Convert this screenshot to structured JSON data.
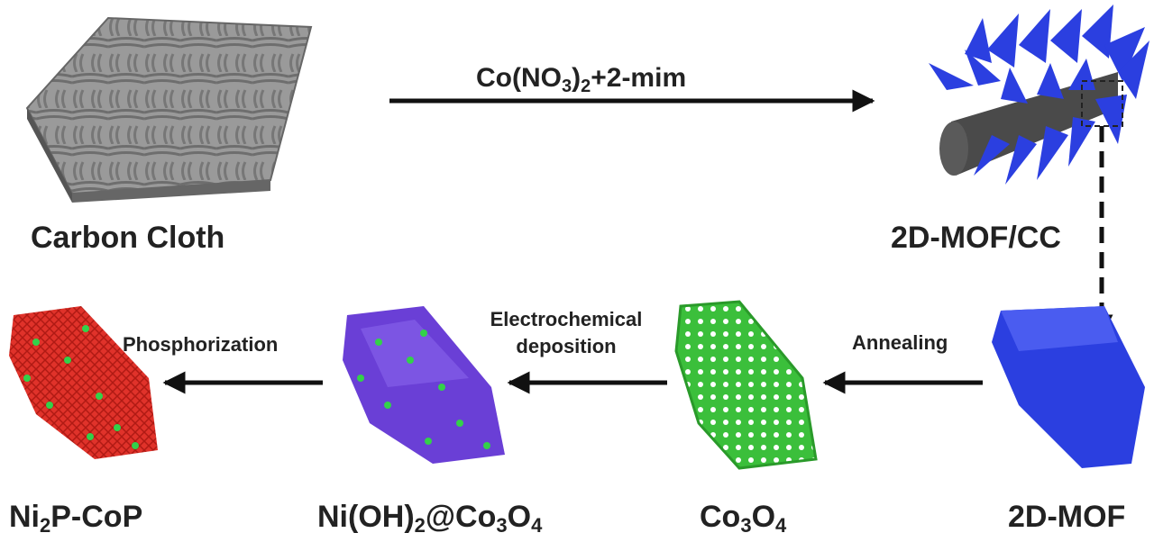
{
  "nodes": {
    "carbon_cloth": {
      "label": "Carbon Cloth"
    },
    "mof_cc": {
      "label": "2D-MOF/CC"
    },
    "mof": {
      "label": "2D-MOF"
    },
    "co3o4": {
      "label_main": "Co",
      "label_sub1": "3",
      "label_mid": "O",
      "label_sub2": "4"
    },
    "nioh_co3o4": {
      "p1": "Ni(OH)",
      "s1": "2",
      "p2": "@Co",
      "s2": "3",
      "p3": "O",
      "s3": "4"
    },
    "ni2p_cop": {
      "p1": "Ni",
      "s1": "2",
      "p2": "P-CoP"
    }
  },
  "steps": {
    "synthesis": {
      "p1": "Co(NO",
      "s1": "3",
      "p2": ")",
      "s2": "2",
      "p3": "+2-mim"
    },
    "annealing": {
      "label": "Annealing"
    },
    "deposition": {
      "line1": "Electrochemical",
      "line2": "deposition"
    },
    "phosphorization": {
      "label": "Phosphorization"
    }
  },
  "colors": {
    "cloth": "#8a8a8a",
    "mof_blue": "#2b3fe0",
    "co3o4_green": "#2fae2f",
    "nioh_purple": "#6a3fd6",
    "ni2p_red": "#e0322a",
    "dots_green": "#33d14a",
    "arrow": "#111111"
  }
}
